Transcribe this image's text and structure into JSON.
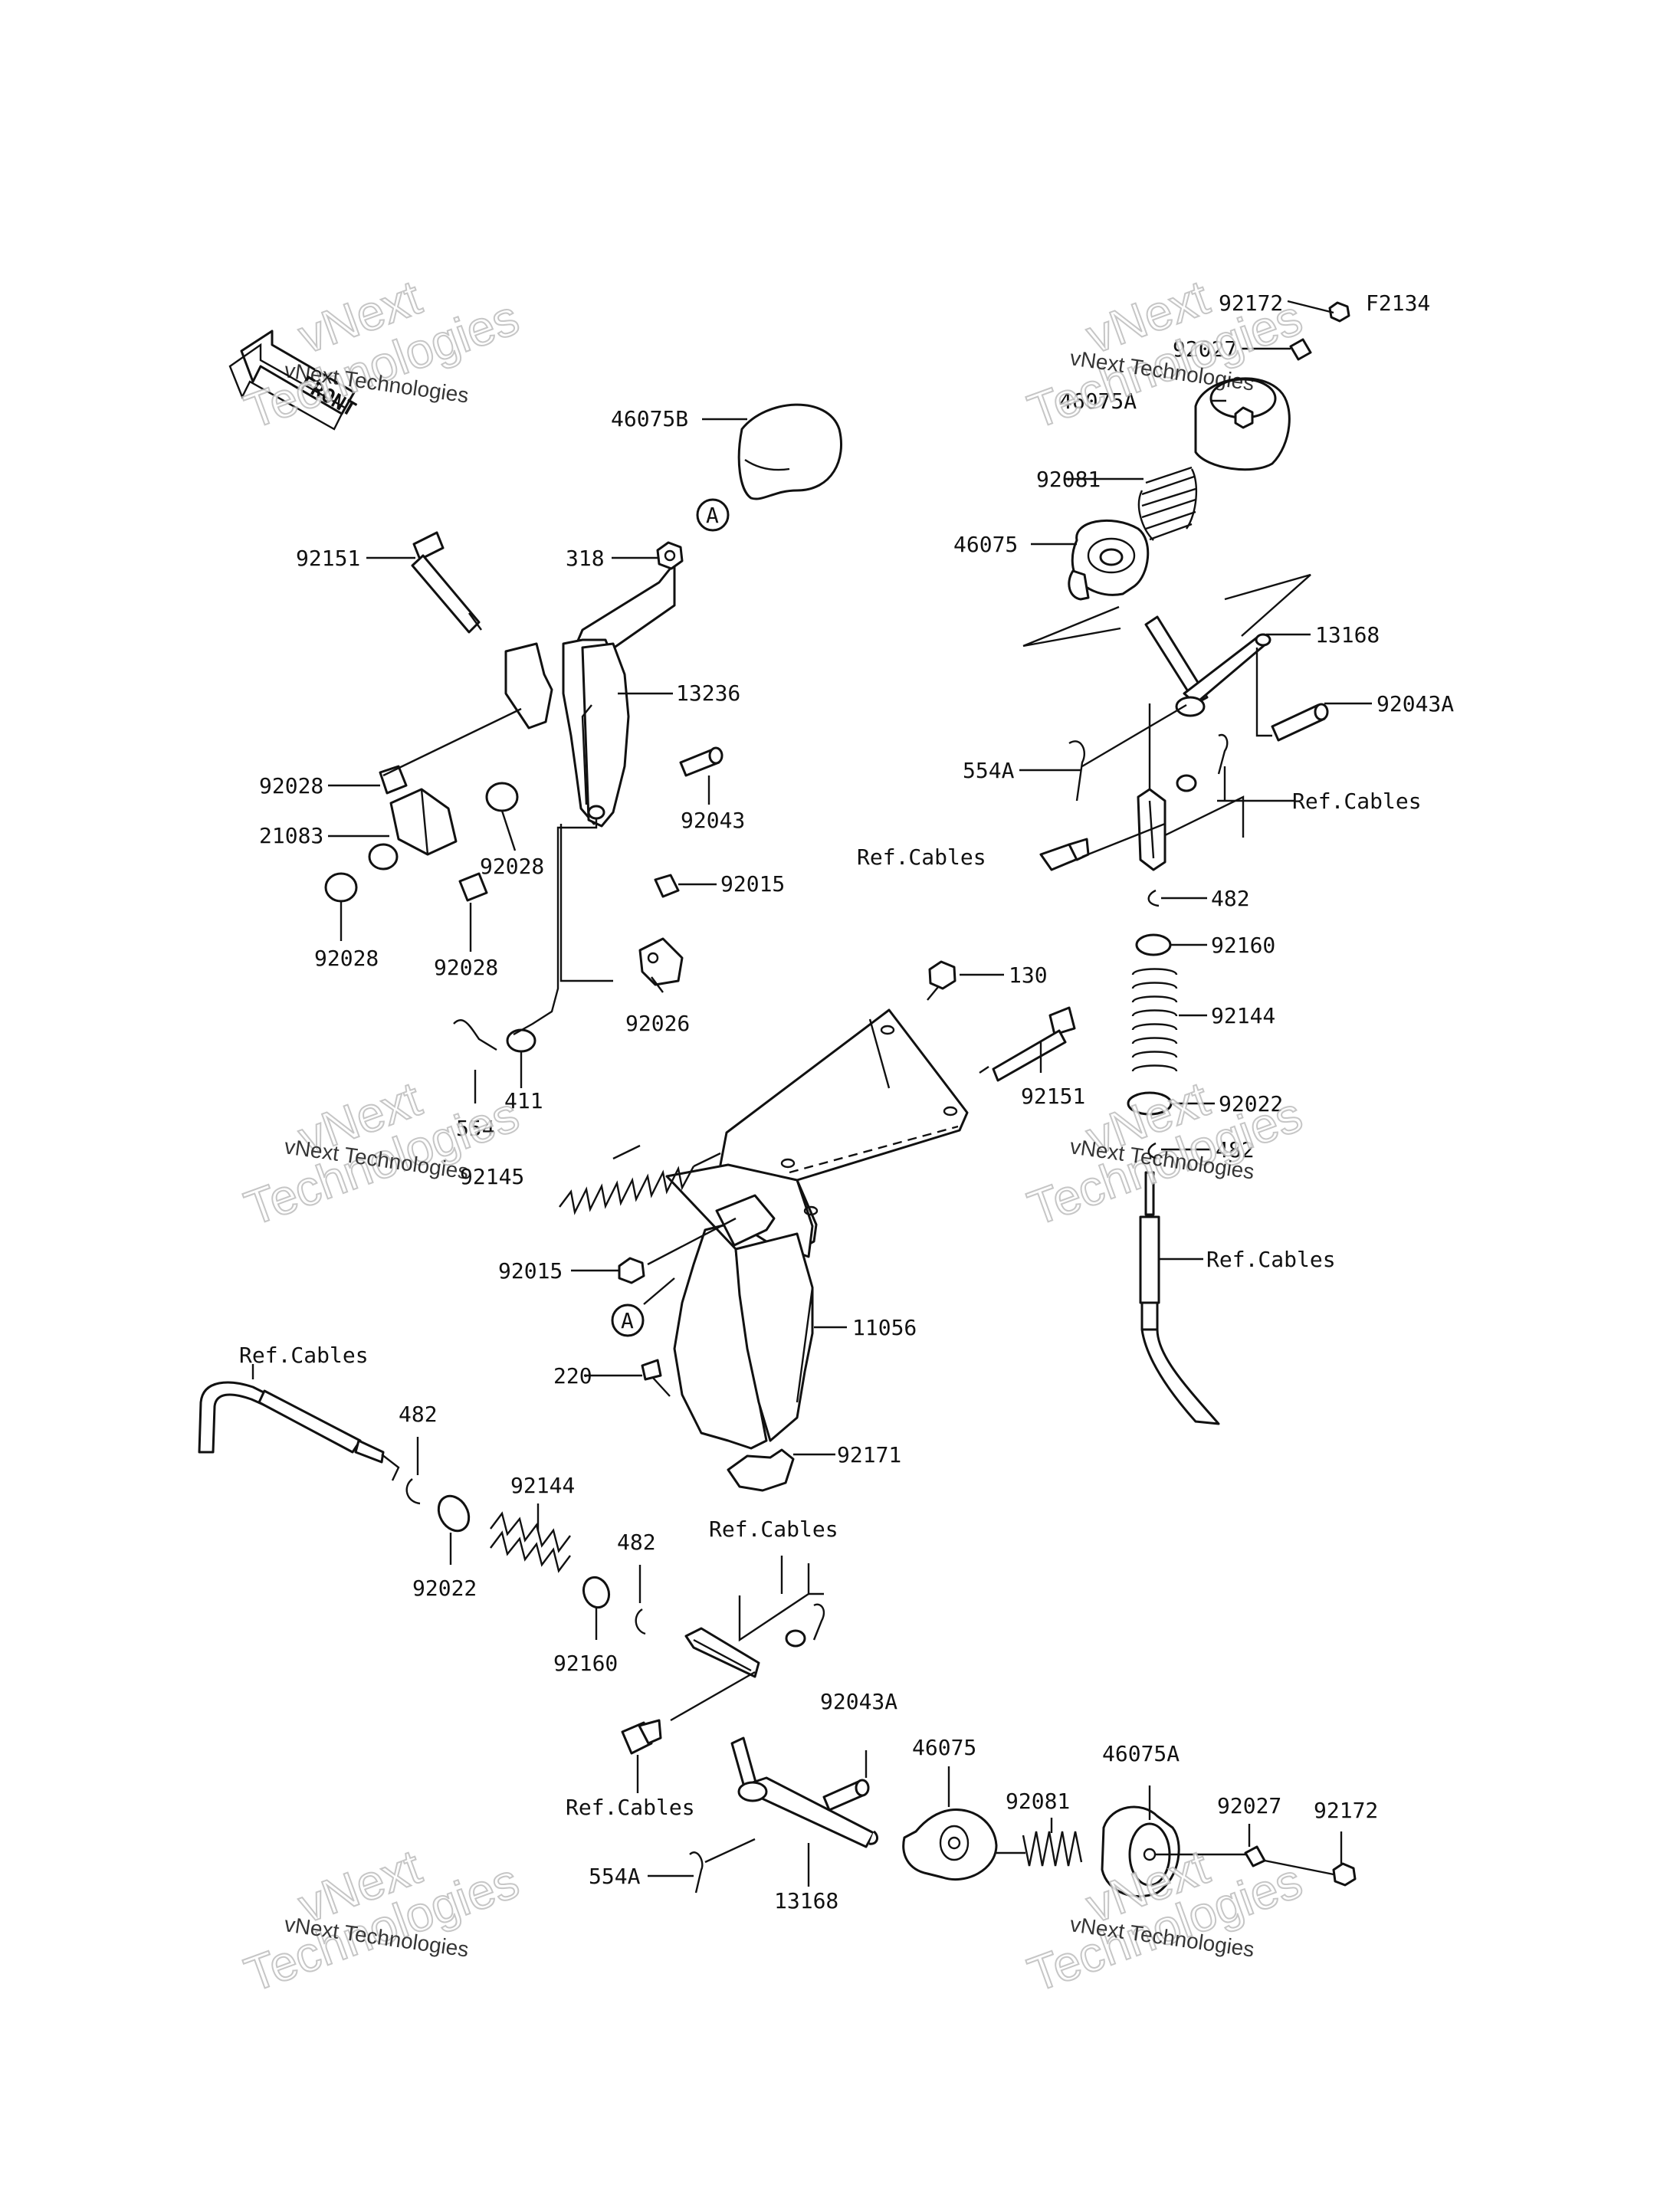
{
  "figure_code": "F2134",
  "front_arrow": {
    "label": "FRONT"
  },
  "callout_letter": "A",
  "watermark": {
    "line1": "vNext Technologies",
    "big_top": "vNext",
    "big_bottom": "Technologies"
  },
  "parts": {
    "p46075B": "46075B",
    "p318": "318",
    "p92151_top": "92151",
    "p13236": "13236",
    "p92028_a": "92028",
    "p21083": "21083",
    "p92028_b": "92028",
    "p92028_c": "92028",
    "p92028_d": "92028",
    "p92043": "92043",
    "p92015_top": "92015",
    "p92026": "92026",
    "p554": "554",
    "p411": "411",
    "p92145": "92145",
    "p92015_mid": "92015",
    "p130": "130",
    "p92151_mid": "92151",
    "p11056": "11056",
    "p220": "220",
    "p92171": "92171",
    "p92172_tr": "92172",
    "p92027_tr": "92027",
    "p46075A_tr": "46075A",
    "p92081_tr": "92081",
    "p46075_tr": "46075",
    "p13168_tr": "13168",
    "p92043A_tr": "92043A",
    "p554A_tr": "554A",
    "refcables_r1": "Ref.Cables",
    "refcables_r2": "Ref.Cables",
    "p482_r1": "482",
    "p92160_r": "92160",
    "p92144_r": "92144",
    "p92022_r": "92022",
    "p482_r2": "482",
    "refcables_r3": "Ref.Cables",
    "refcables_l1": "Ref.Cables",
    "p482_l1": "482",
    "p92144_l": "92144",
    "p92022_l": "92022",
    "p92160_l": "92160",
    "p482_l2": "482",
    "refcables_l2": "Ref.Cables",
    "refcables_l3": "Ref.Cables",
    "p92043A_b": "92043A",
    "p46075_b": "46075",
    "p92081_b": "92081",
    "p46075A_b": "46075A",
    "p92027_b": "92027",
    "p92172_b": "92172",
    "p554A_b": "554A",
    "p13168_b": "13168"
  }
}
